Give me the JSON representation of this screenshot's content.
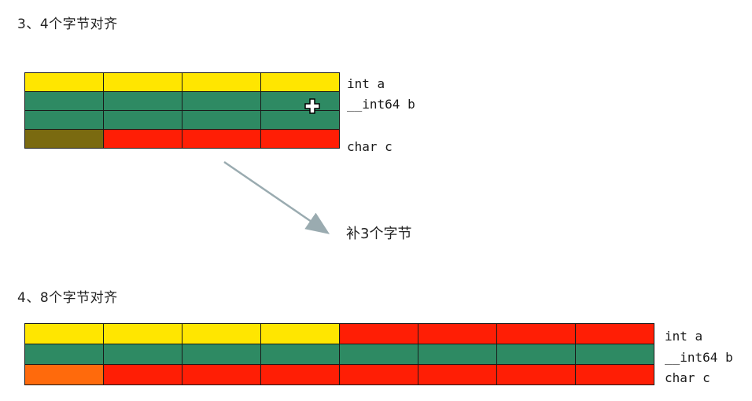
{
  "section1": {
    "title": "3、4个字节对齐",
    "fields": [
      "int a",
      "__int64 b",
      "char c"
    ],
    "rows": [
      [
        "y",
        "y",
        "y",
        "y"
      ],
      [
        "g",
        "g",
        "g",
        "g"
      ],
      [
        "g",
        "g",
        "g",
        "g"
      ],
      [
        "o",
        "r",
        "r",
        "r"
      ]
    ],
    "note": "补3个字节"
  },
  "section2": {
    "title": "4、8个字节对齐",
    "fields": [
      "int a",
      "__int64 b",
      "char c"
    ],
    "rows": [
      [
        "y",
        "y",
        "y",
        "y",
        "r",
        "r",
        "r",
        "r"
      ],
      [
        "g",
        "g",
        "g",
        "g",
        "g",
        "g",
        "g",
        "g"
      ],
      [
        "or",
        "r",
        "r",
        "r",
        "r",
        "r",
        "r",
        "r"
      ]
    ]
  },
  "colors": {
    "int": "#ffe600",
    "int64": "#2e8a63",
    "padding": "#ff1e05",
    "char_4": "#7a6a10",
    "char_8": "#ff6a0c"
  }
}
